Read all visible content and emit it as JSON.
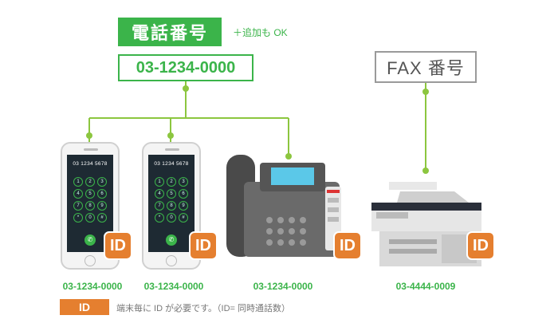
{
  "header": {
    "tel_label": "電話番号",
    "addon_note": "＋追加も OK",
    "tel_number": "03-1234-0000",
    "fax_label": "FAX 番号"
  },
  "devices": [
    {
      "type": "smartphone",
      "screen_digits": "03 1234 5678",
      "keys": [
        "1",
        "2",
        "3",
        "4",
        "5",
        "6",
        "7",
        "8",
        "9",
        "*",
        "0",
        "#"
      ],
      "badge": "ID",
      "number": "03-1234-0000"
    },
    {
      "type": "smartphone",
      "screen_digits": "03 1234 5678",
      "keys": [
        "1",
        "2",
        "3",
        "4",
        "5",
        "6",
        "7",
        "8",
        "9",
        "*",
        "0",
        "#"
      ],
      "badge": "ID",
      "number": "03-1234-0000"
    },
    {
      "type": "desk-phone",
      "badge": "ID",
      "number": "03-1234-0000"
    },
    {
      "type": "fax-machine",
      "badge": "ID",
      "number": "03-4444-0009"
    }
  ],
  "legend": {
    "badge": "ID",
    "text": "端末毎に ID が必要です。（ID= 同時通話数）"
  },
  "colors": {
    "green": "#3bb44a",
    "orange": "#e57f2f",
    "gray": "#9a9a9a"
  },
  "icons": [
    "phone-call-icon",
    "keypad-icon"
  ]
}
